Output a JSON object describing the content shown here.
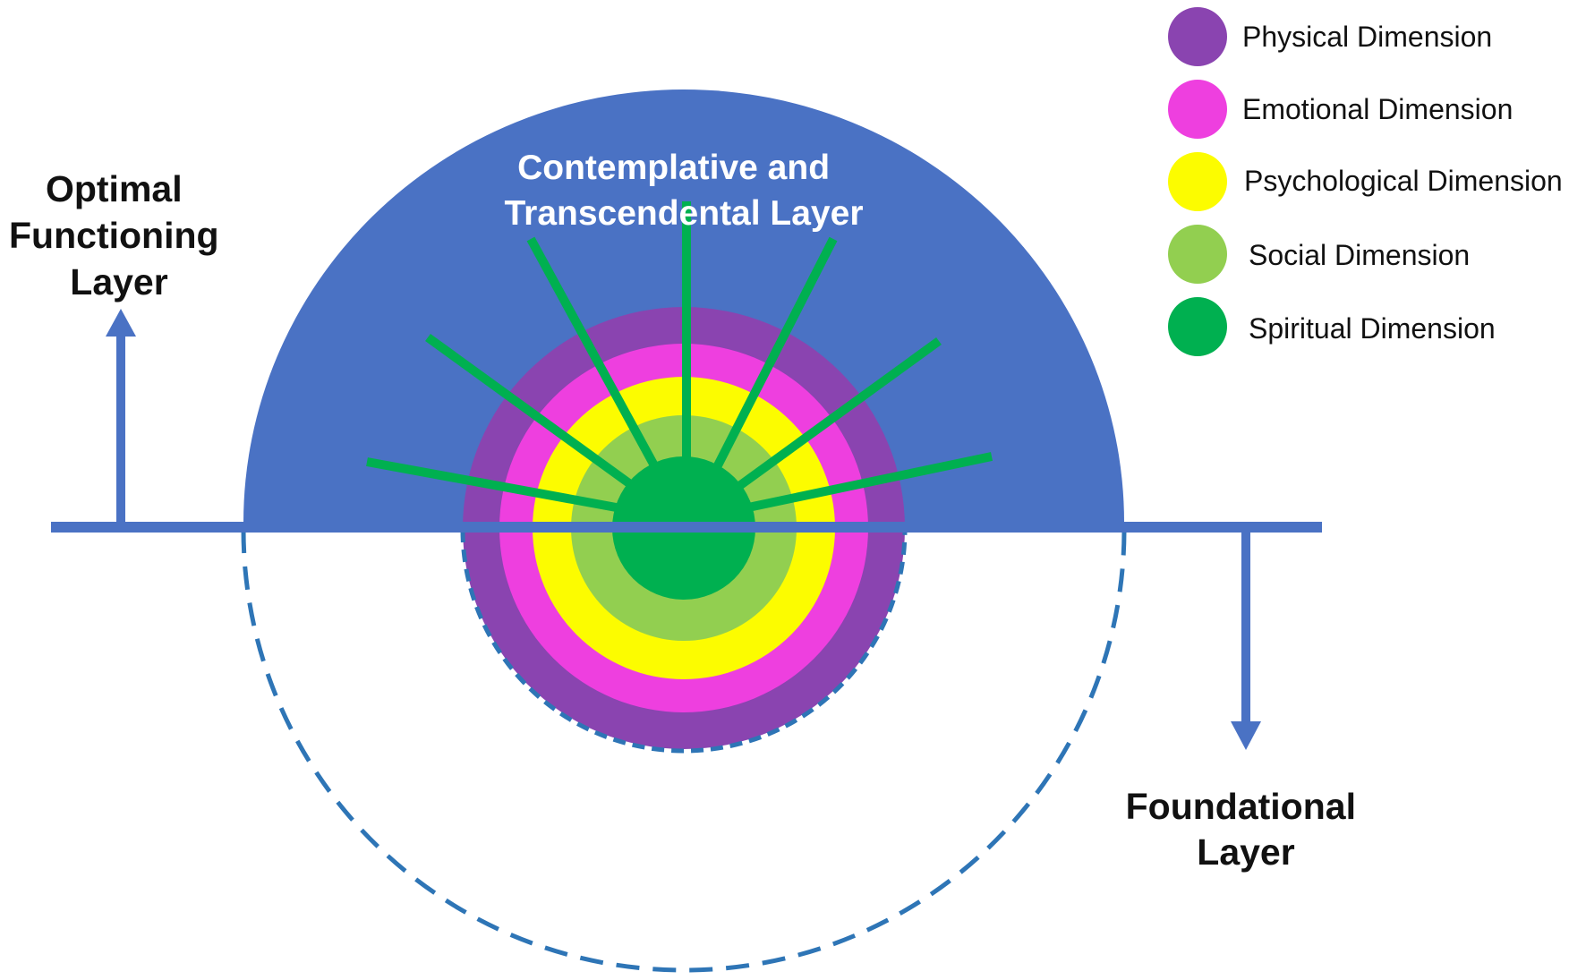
{
  "top_layer": {
    "lines": [
      "Contemplative and",
      "Transcendental Layer"
    ]
  },
  "optimal_layer": {
    "lines": [
      "Optimal",
      "Functioning",
      "Layer"
    ]
  },
  "foundational_layer": {
    "lines": [
      "Foundational",
      "Layer"
    ]
  },
  "legend": [
    {
      "label": "Physical Dimension",
      "color": "#8a44b0"
    },
    {
      "label": "Emotional Dimension",
      "color": "#ee3fdf"
    },
    {
      "label": "Psychological Dimension",
      "color": "#fcfc00"
    },
    {
      "label": "Social Dimension",
      "color": "#92cf50"
    },
    {
      "label": "Spiritual Dimension",
      "color": "#00b050"
    }
  ],
  "colors": {
    "layer_blue": "#4a72c4",
    "dashed_blue": "#2e75b6",
    "ray_green": "#00b050"
  }
}
